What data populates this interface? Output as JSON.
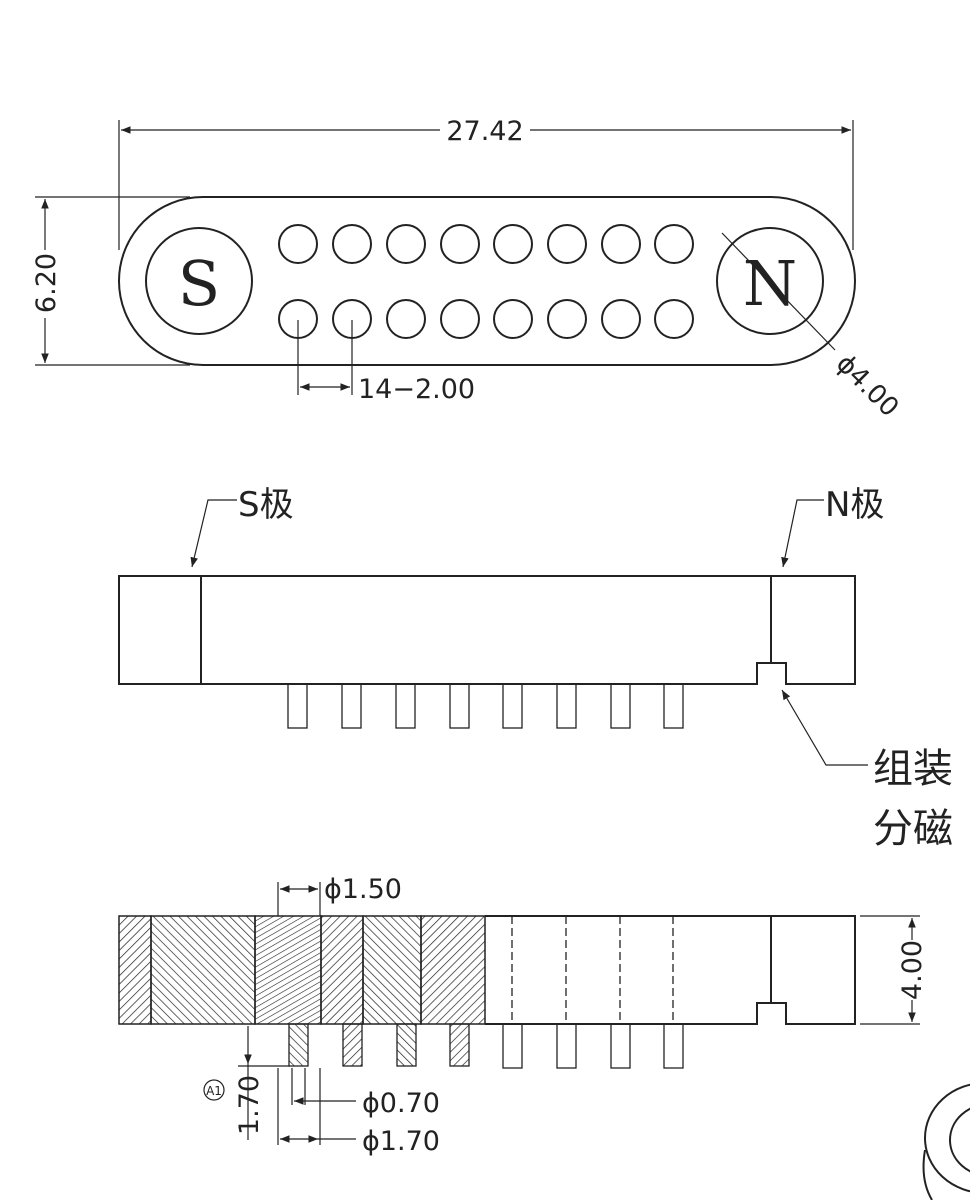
{
  "top_view": {
    "overall_length": "27.42",
    "overall_height": "6.20",
    "pin_spec": "14−2.00",
    "magnet_diameter": "ϕ4.00",
    "south_label": "S",
    "north_label": "N"
  },
  "side_view": {
    "south_pole_label": "S极",
    "north_pole_label": "N极",
    "note_line1": "组装",
    "note_line2": "分磁"
  },
  "section_view": {
    "pin_hole_diameter": "ϕ1.50",
    "body_height": "4.00",
    "pin_height": "1.70",
    "pin_tip_diameter": "ϕ0.70",
    "pin_base_diameter": "ϕ1.70",
    "callout_symbol": "A1"
  }
}
